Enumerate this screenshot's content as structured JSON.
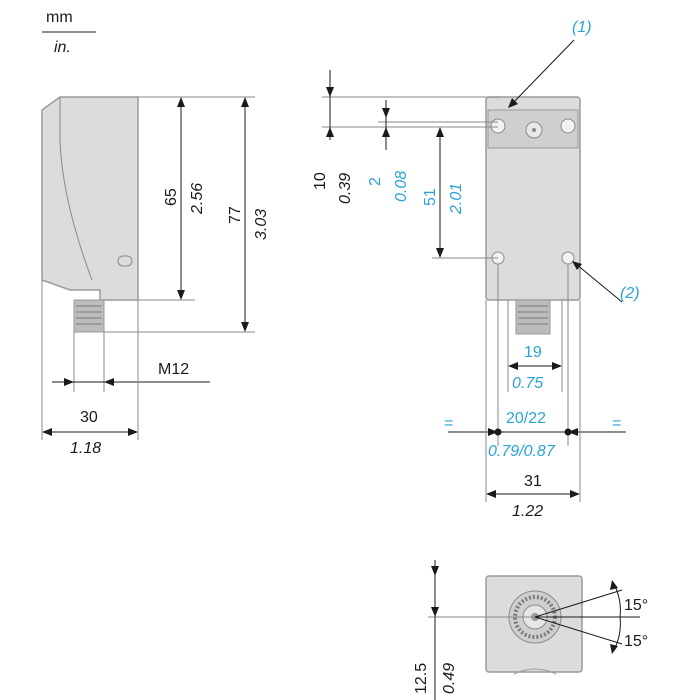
{
  "colors": {
    "metric": "#1a1a1a",
    "inch_blue": "#29a3d6",
    "body_fill": "#dcdcdc",
    "body_edge": "#9a9a9a"
  },
  "units": {
    "mm": "mm",
    "in": "in."
  },
  "side_view": {
    "height_mm": "65",
    "height_in": "2.56",
    "total_mm": "77",
    "total_in": "3.03",
    "thread": "M12",
    "width_mm": "30",
    "width_in": "1.18"
  },
  "front_view": {
    "callout_1": "(1)",
    "callout_2": "(2)",
    "top_mm": "10",
    "top_in": "0.39",
    "offset_mm": "2",
    "offset_in": "0.08",
    "hole_spacing_mm": "51",
    "hole_spacing_in": "2.01",
    "connector_mm": "19",
    "connector_in": "0.75",
    "mount_mm": "20/22",
    "mount_in": "0.79/0.87",
    "equal_sign": "=",
    "width_mm": "31",
    "width_in": "1.22"
  },
  "bottom_view": {
    "depth_mm": "12.5",
    "depth_in": "0.49",
    "angle_top": "15°",
    "angle_bottom": "15°"
  }
}
